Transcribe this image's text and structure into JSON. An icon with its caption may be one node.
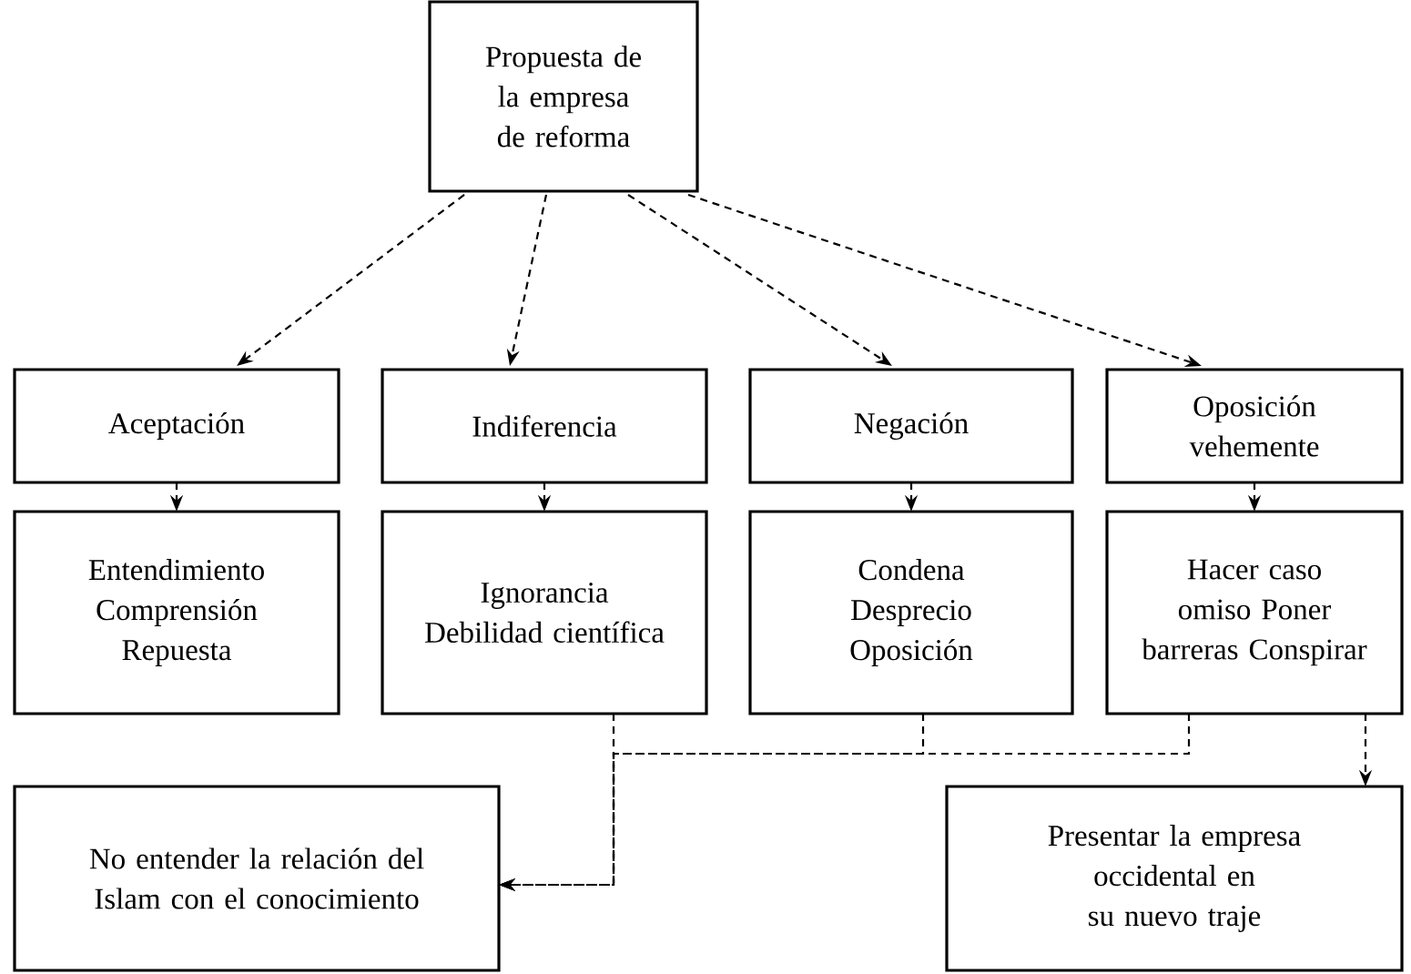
{
  "diagram": {
    "nodes": [
      {
        "text": [
          "Propuesta de la empresa de reforma"
        ]
      },
      {
        "text": [
          "Aceptación"
        ]
      },
      {
        "text": [
          "Indiferencia"
        ]
      },
      {
        "text": [
          "Negación"
        ]
      },
      {
        "text": [
          "Oposición vehemente"
        ]
      },
      {
        "text": [
          "Entendimiento Comprensión Repuesta"
        ]
      },
      {
        "text": [
          "Ignorancia Debilidad científica"
        ]
      },
      {
        "text": [
          "Condena Desprecio Oposición"
        ]
      },
      {
        "text": [
          "Hacer caso omiso Poner barreras Conspirar"
        ]
      },
      {
        "text": [
          "No entender la relación del Islam con el conocimiento"
        ]
      },
      {
        "text": [
          "Presentar la empresa occidental en su nuevo traje"
        ]
      }
    ],
    "edges": [
      {
        "from": 0,
        "to": 1,
        "arrow": "to",
        "style": "dashed"
      },
      {
        "from": 0,
        "to": 2,
        "arrow": "to",
        "style": "dashed"
      },
      {
        "from": 0,
        "to": 3,
        "arrow": "to",
        "style": "dashed"
      },
      {
        "from": 0,
        "to": 4,
        "arrow": "to",
        "style": "dashed"
      },
      {
        "from": 1,
        "to": 5,
        "arrow": "to",
        "style": "dashed"
      },
      {
        "from": 2,
        "to": 6,
        "arrow": "to",
        "style": "dashed"
      },
      {
        "from": 3,
        "to": 7,
        "arrow": "to",
        "style": "dashed"
      },
      {
        "from": 4,
        "to": 8,
        "arrow": "to",
        "style": "dashed"
      },
      {
        "from": 6,
        "to": 9,
        "arrow": "to",
        "style": "dashed"
      },
      {
        "from": 7,
        "to": 9,
        "arrow": "to",
        "style": "dashed"
      },
      {
        "from": 8,
        "to": 9,
        "arrow": "to",
        "style": "dashed"
      },
      {
        "from": 8,
        "to": 10,
        "arrow": "to",
        "style": "dashed"
      }
    ]
  }
}
